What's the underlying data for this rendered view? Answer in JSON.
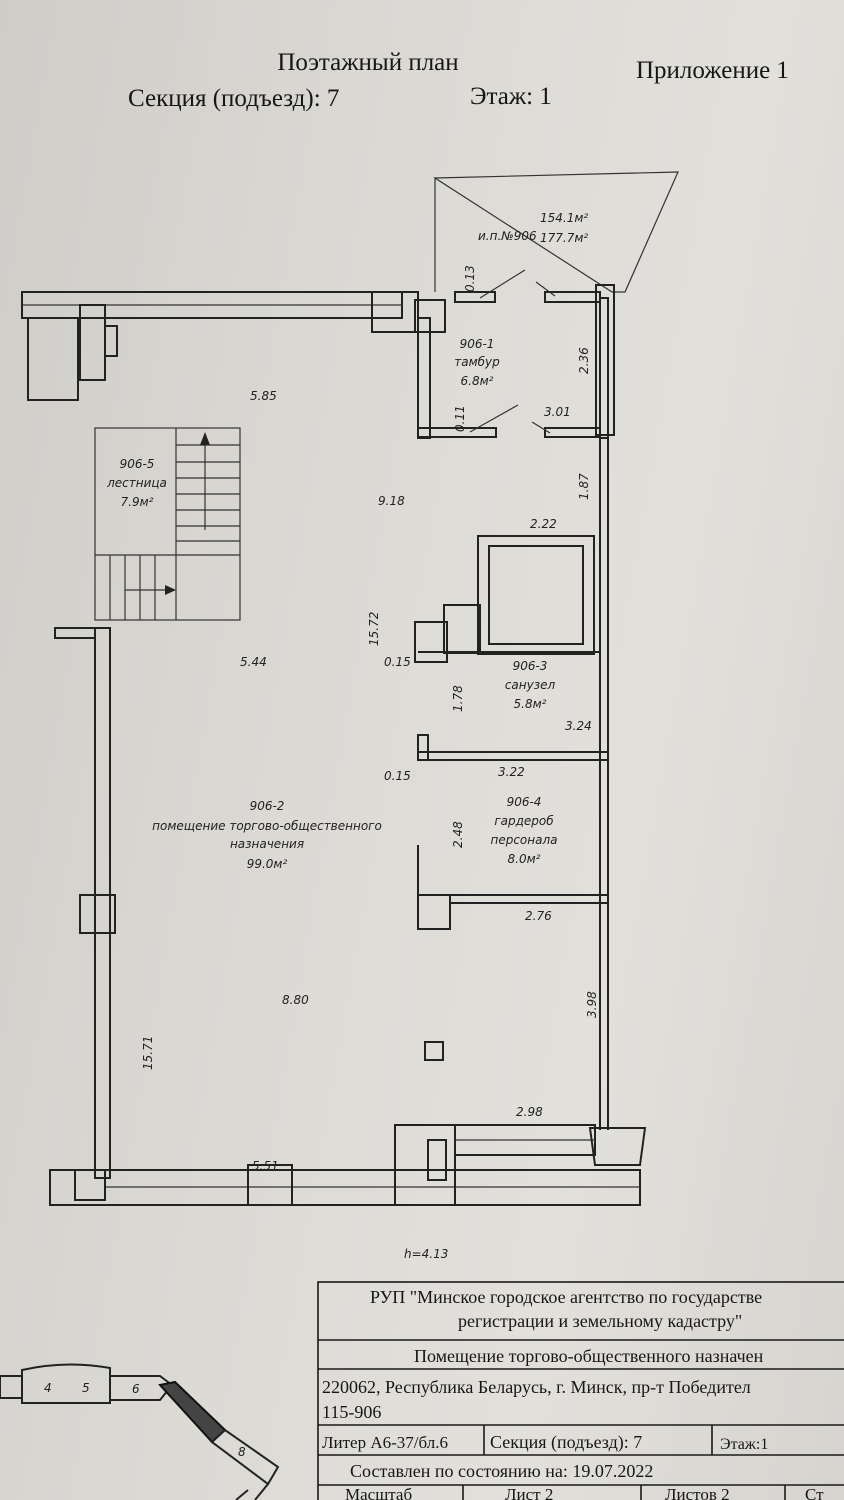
{
  "header": {
    "title": "Поэтажный план",
    "section": "Секция (подъезд): 7",
    "floor": "Этаж: 1",
    "appendix": "Приложение 1"
  },
  "plan": {
    "balcony": {
      "id": "и.п.№906",
      "area1": "154.1м²",
      "area2": "177.7м²"
    },
    "rooms": [
      {
        "id": "906-1",
        "name": "тамбур",
        "area": "6.8м²"
      },
      {
        "id": "906-5",
        "name": "лестница",
        "area": "7.9м²"
      },
      {
        "id": "906-3",
        "name": "санузел",
        "area": "5.8м²"
      },
      {
        "id": "906-4",
        "name": "гардероб",
        "name2": "персонала",
        "area": "8.0м²"
      },
      {
        "id": "906-2",
        "name": "помещение торгово-общественного",
        "name2": "назначения",
        "area": "99.0м²"
      }
    ],
    "dimensions": [
      "0.13",
      "2.36",
      "0.11",
      "3.01",
      "5.85",
      "9.18",
      "1.87",
      "2.22",
      "15.72",
      "0.15",
      "5.44",
      "1.78",
      "3.24",
      "0.15",
      "3.22",
      "2.48",
      "2.76",
      "3.98",
      "8.80",
      "15.71",
      "2.98",
      "5.51"
    ],
    "height": "h=4.13"
  },
  "keymap": {
    "labels": [
      "4",
      "5",
      "6",
      "8"
    ]
  },
  "title_block": {
    "org_line1": "РУП \"Минское городское агентство по государстве",
    "org_line2": "регистрации и земельному кадастру\"",
    "object": "Помещение торгово-общественного назначен",
    "address_line1": "220062, Республика Беларусь, г. Минск, пр-т Победител",
    "address_line2": "115-906",
    "liter": "Литер А6-37/бл.6",
    "section": "Секция (подъезд): 7",
    "floor": "Этаж:1",
    "date": "Составлен по состоянию на: 19.07.2022",
    "scale": "Масштаб",
    "sheet": "Лист 2",
    "sheets": "Листов 2",
    "extra": "Ст"
  }
}
